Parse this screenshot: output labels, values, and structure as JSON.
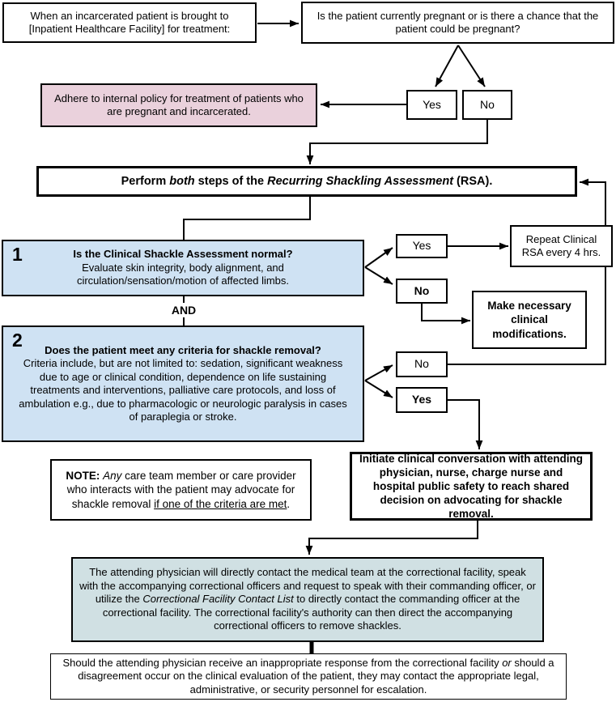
{
  "palette": {
    "box_pink": "#ead1dc",
    "box_blue": "#cfe2f3",
    "box_teal": "#d0e0e3",
    "border": "#000000",
    "background": "#ffffff"
  },
  "nodes": {
    "start": {
      "text": "When an incarcerated patient is brought to [Inpatient Healthcare Facility] for treatment:"
    },
    "pregnant_question": {
      "text": "Is the patient currently pregnant or is there a chance that the patient could be pregnant?"
    },
    "yes_pregnant": {
      "label": "Yes"
    },
    "no_pregnant": {
      "label": "No"
    },
    "adhere_policy": {
      "text": "Adhere to internal policy for treatment of patients who are pregnant and incarcerated."
    },
    "rsa": {
      "segments": [
        {
          "t": "Perform ",
          "b": 1
        },
        {
          "t": "both",
          "b": 1,
          "i": 1
        },
        {
          "t": " steps of the ",
          "b": 1
        },
        {
          "t": "Recurring Shackling Assessment",
          "b": 1,
          "i": 1
        },
        {
          "t": " (RSA).",
          "b": 1
        }
      ]
    },
    "step1": {
      "number": "1",
      "heading": "Is the Clinical Shackle Assessment normal?",
      "body": "Evaluate skin integrity, body alignment, and circulation/sensation/motion of affected limbs."
    },
    "and_connector": {
      "label": "AND"
    },
    "step2": {
      "number": "2",
      "heading": "Does the patient meet any criteria for shackle removal?",
      "body": "Criteria include, but are not limited to: sedation, significant weakness due to age or clinical condition, dependence on life sustaining treatments and interventions, palliative care protocols, and loss of ambulation e.g., due to pharmacologic or neurologic paralysis in cases of paraplegia or stroke."
    },
    "rsa_normal_yes": {
      "label": "Yes"
    },
    "rsa_normal_no": {
      "label": "No"
    },
    "repeat_rsa": {
      "text": "Repeat Clinical RSA every 4 hrs."
    },
    "clinical_mods": {
      "text": "Make necessary clinical modifications."
    },
    "criteria_no": {
      "label": "No"
    },
    "criteria_yes": {
      "label": "Yes"
    },
    "note": {
      "segments": [
        {
          "t": "NOTE: ",
          "b": 1
        },
        {
          "t": "Any",
          "i": 1
        },
        {
          "t": " care team member or care provider who interacts with the patient may advocate for shackle removal "
        },
        {
          "t": "if one of the criteria are met",
          "u": 1
        },
        {
          "t": "."
        }
      ]
    },
    "initiate": {
      "text": "Initiate clinical conversation with attending physician, nurse, charge nurse and hospital public safety to reach shared decision on advocating for shackle removal."
    },
    "contact_facility": {
      "segments": [
        {
          "t": "The attending physician will directly contact the medical team at the correctional facility, speak with the accompanying correctional officers and request to speak with their commanding officer, or utilize the "
        },
        {
          "t": "Correctional Facility Contact List",
          "i": 1
        },
        {
          "t": " to directly contact the commanding officer at the correctional facility. The correctional facility's authority can then direct the accompanying correctional officers to remove shackles."
        }
      ]
    },
    "escalation": {
      "segments": [
        {
          "t": "Should the attending physician receive an inappropriate response from the correctional facility "
        },
        {
          "t": "or",
          "i": 1
        },
        {
          "t": " should a disagreement occur on the clinical evaluation of the patient, they may contact the appropriate legal, administrative, or security personnel for escalation."
        }
      ]
    }
  }
}
